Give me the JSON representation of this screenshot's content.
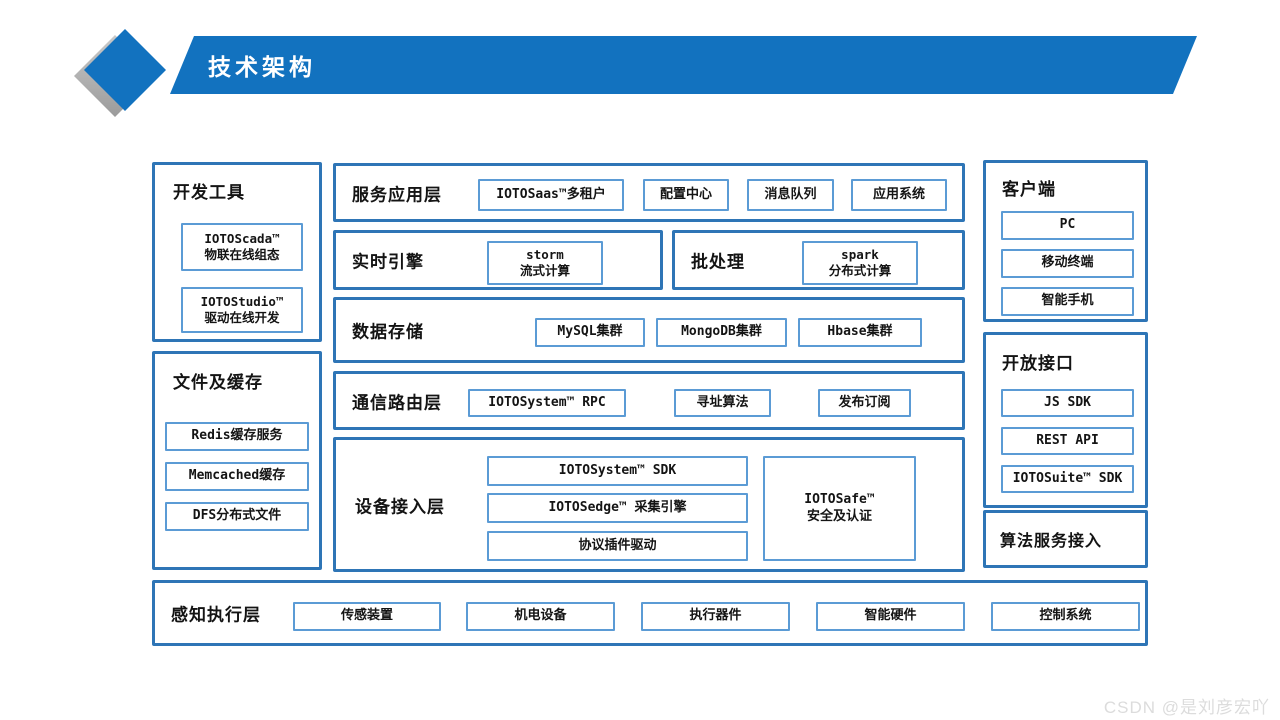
{
  "header": {
    "title": "技术架构"
  },
  "colors": {
    "accent_blue": "#1272bf",
    "panel_border": "#2e75b6",
    "item_border": "#5b9bd5",
    "watermark_gray": "#dcdcdc"
  },
  "dev_tools": {
    "title": "开发工具",
    "items": [
      {
        "lines": [
          "IOTOScada™",
          "物联在线组态"
        ]
      },
      {
        "lines": [
          "IOTOStudio™",
          "驱动在线开发"
        ]
      }
    ]
  },
  "files_cache": {
    "title": "文件及缓存",
    "items": [
      "Redis缓存服务",
      "Memcached缓存",
      "DFS分布式文件"
    ]
  },
  "service_layer": {
    "title": "服务应用层",
    "items": [
      "IOTOSaas™多租户",
      "配置中心",
      "消息队列",
      "应用系统"
    ]
  },
  "realtime": {
    "title": "实时引擎",
    "box": [
      "storm",
      "流式计算"
    ]
  },
  "batch": {
    "title": "批处理",
    "box": [
      "spark",
      "分布式计算"
    ]
  },
  "storage": {
    "title": "数据存储",
    "items": [
      "MySQL集群",
      "MongoDB集群",
      "Hbase集群"
    ]
  },
  "routing": {
    "title": "通信路由层",
    "items": [
      "IOTOSystem™ RPC",
      "寻址算法",
      "发布订阅"
    ]
  },
  "device_layer": {
    "title": "设备接入层",
    "stack": [
      "IOTOSystem™ SDK",
      "IOTOSedge™ 采集引擎",
      "协议插件驱动"
    ],
    "security": [
      "IOTOSafe™",
      "安全及认证"
    ]
  },
  "client": {
    "title": "客户端",
    "items": [
      "PC",
      "移动终端",
      "智能手机"
    ]
  },
  "open_api": {
    "title": "开放接口",
    "items": [
      "JS SDK",
      "REST API",
      "IOTOSuite™ SDK"
    ]
  },
  "algo_service": {
    "title": "算法服务接入"
  },
  "perception": {
    "title": "感知执行层",
    "items": [
      "传感装置",
      "机电设备",
      "执行器件",
      "智能硬件",
      "控制系统"
    ]
  },
  "watermark": {
    "text": "CSDN @是刘彦宏吖"
  }
}
